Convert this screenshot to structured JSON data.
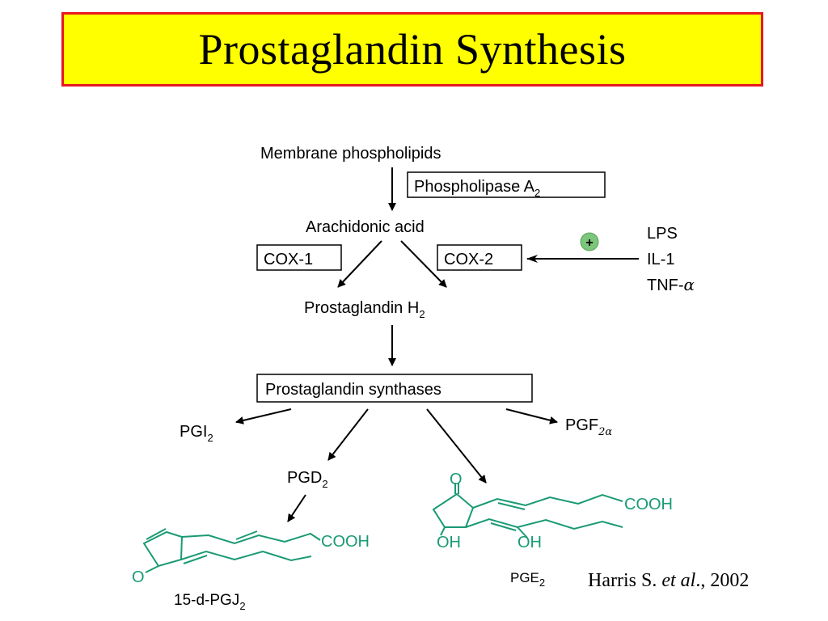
{
  "title": "Prostaglandin Synthesis",
  "nodes": {
    "membrane": "Membrane phospholipids",
    "pla2_main": "Phospholipase A",
    "pla2_sub": "2",
    "arachidonic": "Arachidonic acid",
    "cox1": "COX-1",
    "cox2": "COX-2",
    "plus": "+",
    "lps": "LPS",
    "il1": "IL-1",
    "tnf_main": "TNF-",
    "tnf_greek": "α",
    "pgh2_main": "Prostaglandin H",
    "pgh2_sub": "2",
    "synthases": "Prostaglandin synthases",
    "pgi2_main": "PGI",
    "pgi2_sub": "2",
    "pgf_main": "PGF",
    "pgf_sub": "2α",
    "pgd2_main": "PGD",
    "pgd2_sub": "2",
    "pge2_main": "PGE",
    "pge2_sub": "2",
    "pgj2_main": "15-d-PGJ",
    "pgj2_sub": "2"
  },
  "chem_labels": {
    "pge2_cooh": "COOH",
    "pge2_o": "O",
    "pge2_oh1": "OH",
    "pge2_oh2": "OH",
    "pgj2_cooh": "COOH",
    "pgj2_o": "O"
  },
  "citation": {
    "author": "Harris S.",
    "etal": "et al",
    "year": "., 2002"
  },
  "colors": {
    "title_bg": "#ffff00",
    "title_border": "#e8181f",
    "structure": "#1a9a74",
    "plus_badge": "#7cc67c"
  }
}
